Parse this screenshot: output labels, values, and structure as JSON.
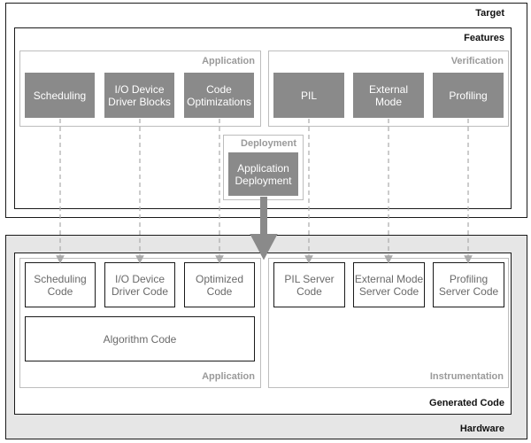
{
  "target": {
    "title": "Target"
  },
  "features": {
    "title": "Features",
    "application": {
      "title": "Application",
      "items": [
        "Scheduling",
        "I/O Device\nDriver Blocks",
        "Code\nOptimizations"
      ]
    },
    "verification": {
      "title": "Verification",
      "items": [
        "PIL",
        "External\nMode",
        "Profiling"
      ]
    },
    "deployment": {
      "title": "Deployment",
      "item": "Application\nDeployment"
    }
  },
  "hardware": {
    "title": "Hardware",
    "generated_code": {
      "title": "Generated Code",
      "application": {
        "title": "Application",
        "items": [
          "Scheduling\nCode",
          "I/O Device\nDriver Code",
          "Optimized\nCode"
        ],
        "algorithm": "Algorithm Code"
      },
      "instrumentation": {
        "title": "Instrumentation",
        "items": [
          "PIL Server\nCode",
          "External Mode\nServer Code",
          "Profiling\nServer Code"
        ]
      }
    }
  },
  "colors": {
    "feature_fill": "#8a8a8a",
    "hardware_fill": "#e6e6e6",
    "connector": "#aaaaaa",
    "deployment_arrow": "#8a8a8a"
  }
}
